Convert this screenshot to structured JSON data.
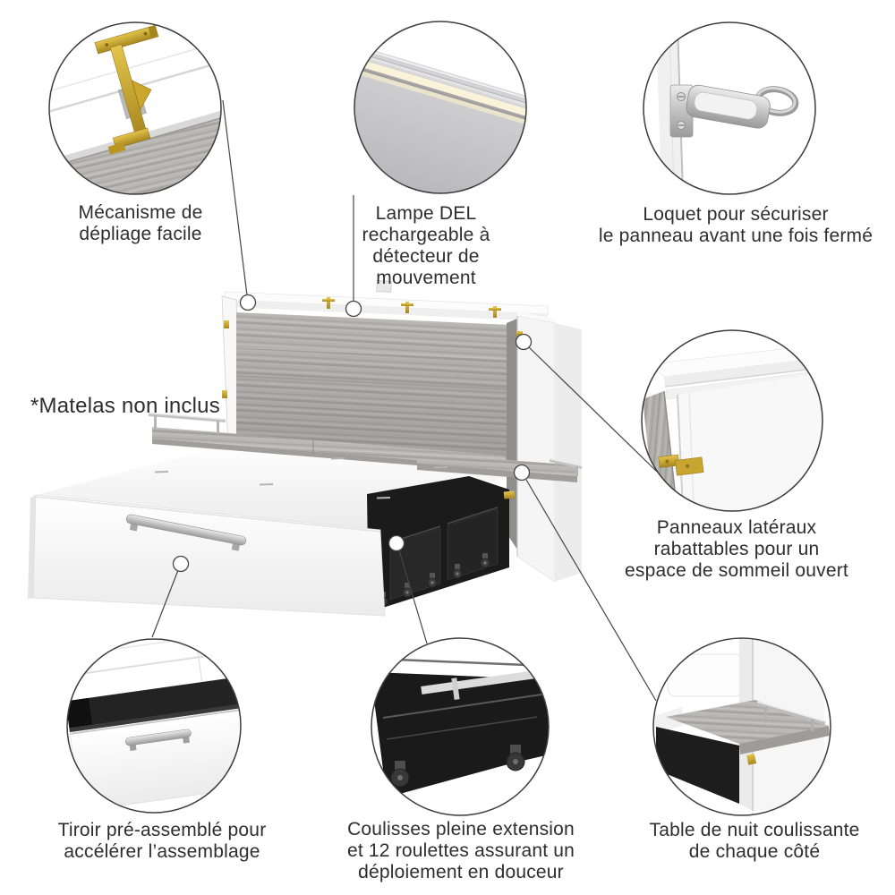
{
  "figure": {
    "type": "product-feature-diagram",
    "language": "fr",
    "subject": "lit escamotable (cabinet bed) ouvert"
  },
  "note": {
    "text": "*Matelas non inclus"
  },
  "callouts": {
    "mechanism": {
      "feature": "easy-unfold-mechanism",
      "lines": [
        "Mécanisme de",
        "dépliage facile"
      ]
    },
    "led_lamp": {
      "feature": "rechargeable-motion-sensor-led-lamp",
      "lines": [
        "Lampe DEL",
        "rechargeable à",
        "détecteur de",
        "mouvement"
      ]
    },
    "latch": {
      "feature": "front-panel-safety-latch",
      "lines": [
        "Loquet pour sécuriser",
        "le panneau avant une fois fermé"
      ]
    },
    "side_panels": {
      "feature": "fold-down-side-panels",
      "lines": [
        "Panneaux latéraux",
        "rabattables pour un",
        "espace de sommeil ouvert"
      ]
    },
    "drawer": {
      "feature": "pre-assembled-drawer",
      "lines": [
        "Tiroir pré-assemblé pour",
        "accélérer l’assemblage"
      ]
    },
    "slides": {
      "feature": "full-extension-slides-12-casters",
      "lines": [
        "Coulisses pleine extension",
        "et 12 roulettes assurant un",
        "déploiement en douceur"
      ]
    },
    "nightstand": {
      "feature": "sliding-nightstand-each-side",
      "lines": [
        "Table de nuit coulissante",
        "de chaque côté"
      ]
    }
  },
  "colors": {
    "background": "#ffffff",
    "outline": "#3d3d3d",
    "text": "#2e2e2e",
    "wood_gray": "#b7b5b1",
    "brass": "#c7a42d",
    "under_black": "#1a1a1a",
    "chrome": "#c6c6c6"
  }
}
